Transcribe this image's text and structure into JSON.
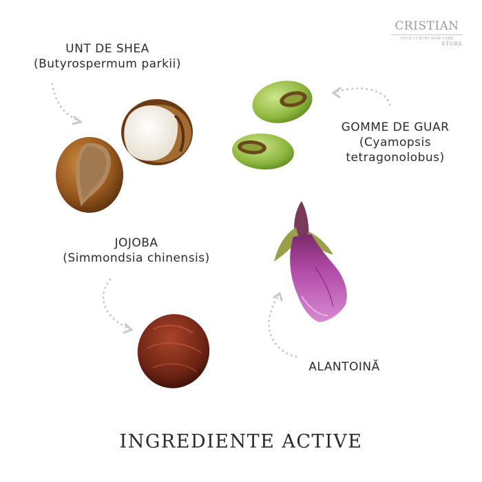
{
  "brand": {
    "name": "CRISTIAN",
    "tagline": "YOUR LUXURY HAIR CARE",
    "sub": "STORE"
  },
  "ingredients": [
    {
      "name": "UNT DE SHEA",
      "latin": "(Butyrospermum parkii)"
    },
    {
      "name": "GOMME DE GUAR",
      "latin_line1": "(Cyamopsis",
      "latin_line2": "tetragonolobus)"
    },
    {
      "name": "JOJOBA",
      "latin": "(Simmondsia chinensis)"
    },
    {
      "name": "ALANTOINĂ"
    }
  ],
  "title": "INGREDIENTE ACTIVE"
}
